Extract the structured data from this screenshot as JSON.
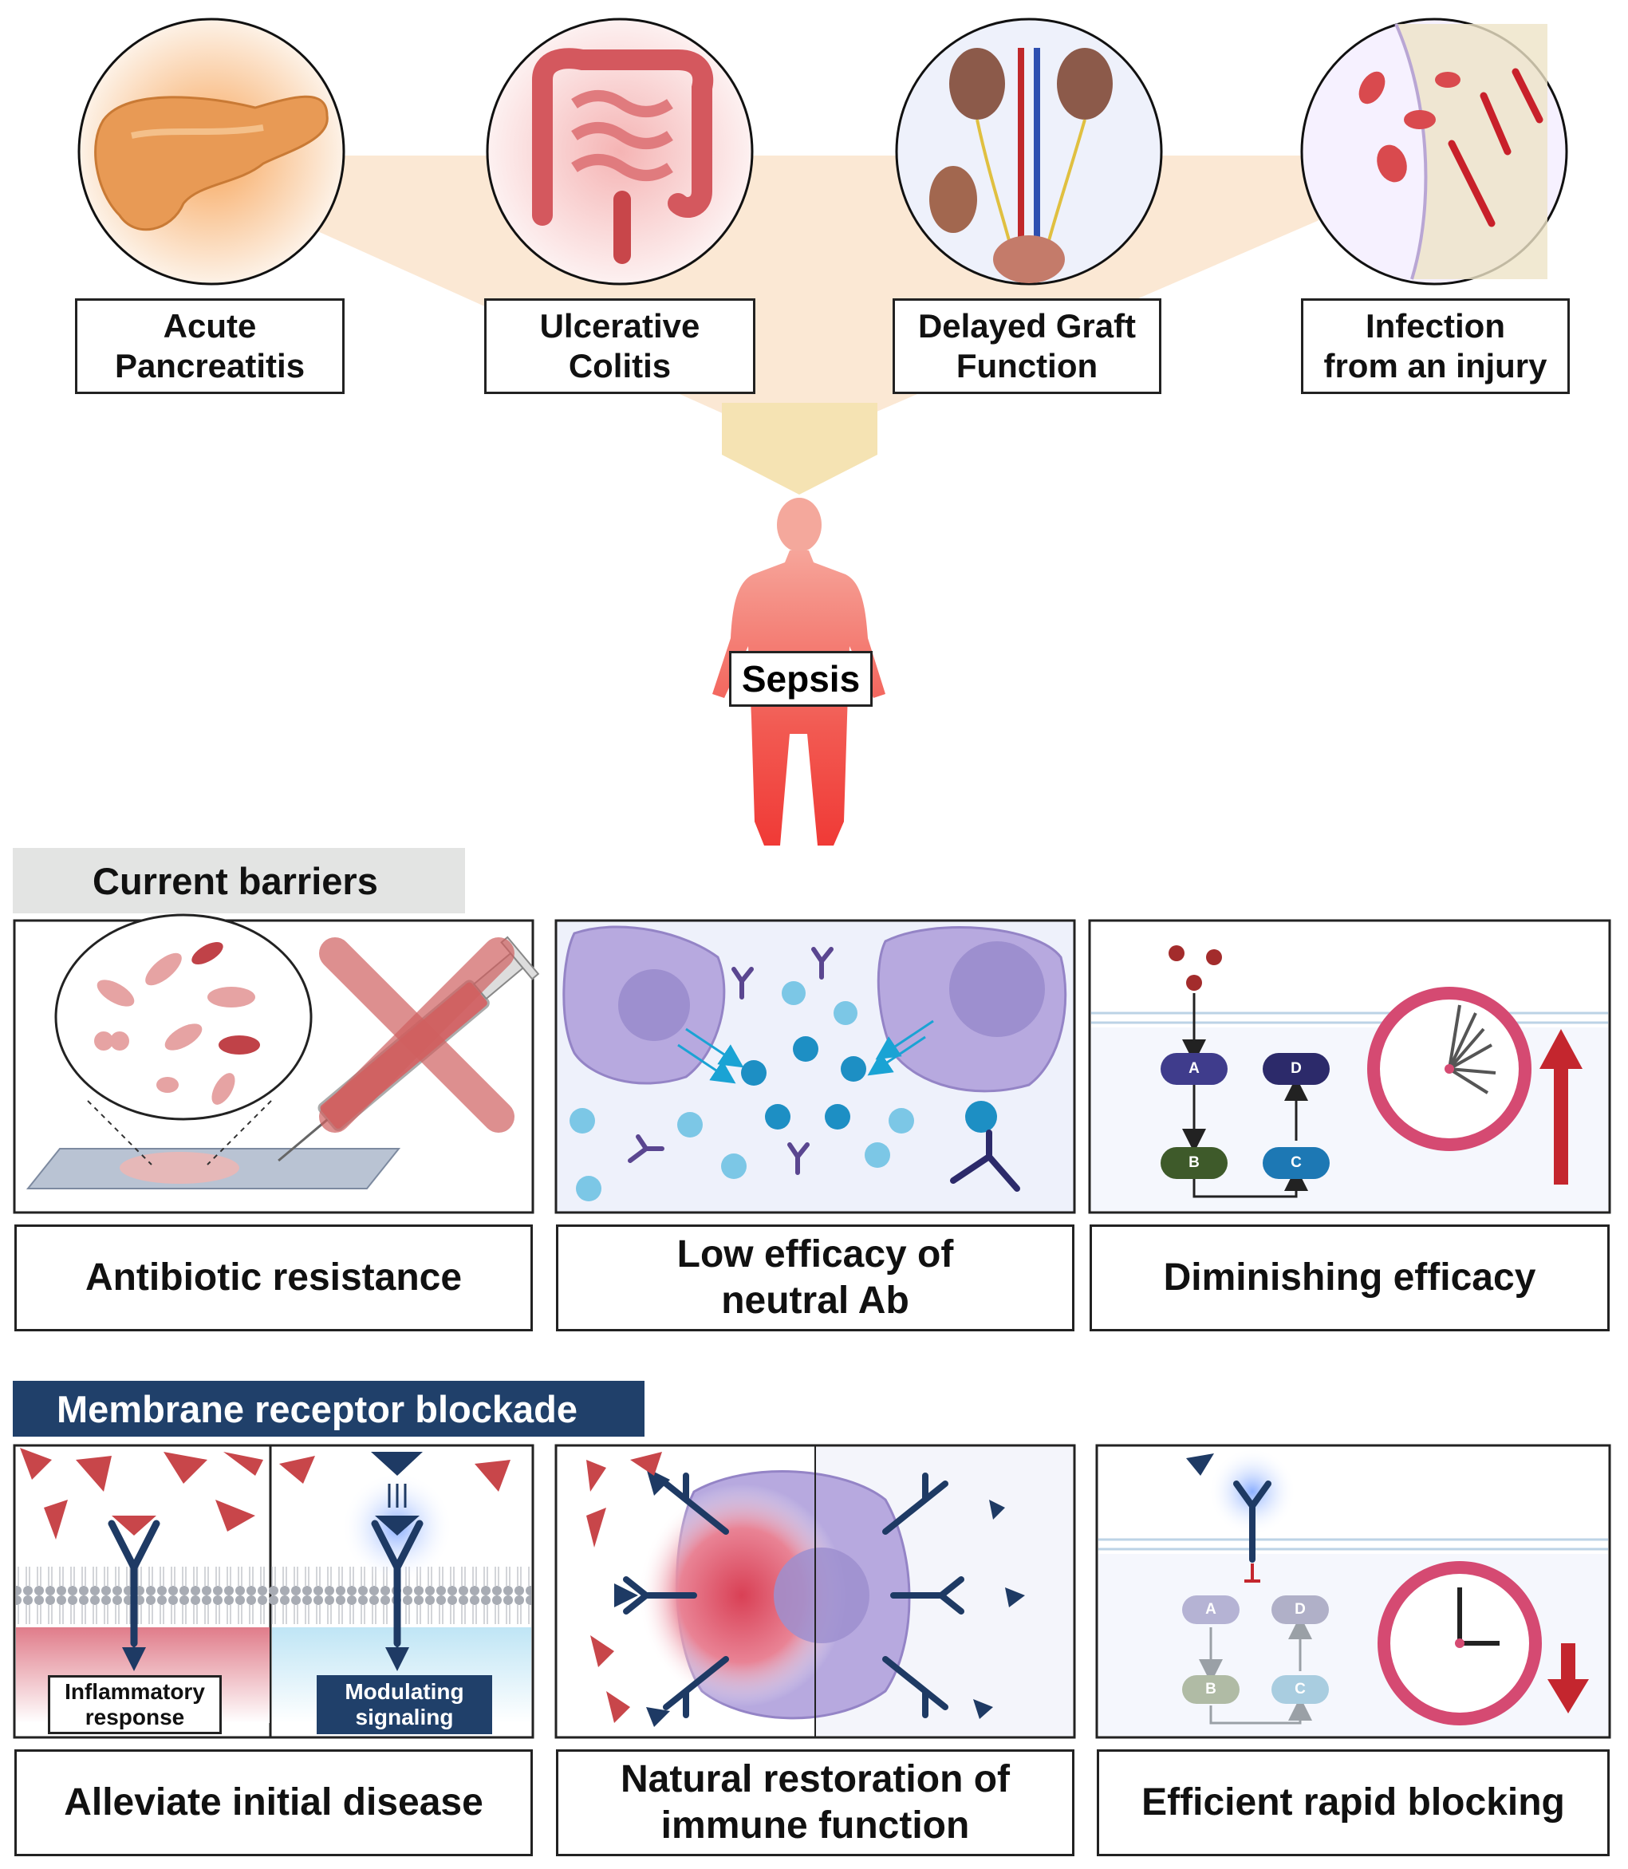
{
  "conditions": [
    {
      "label": "Acute\nPancreatitis",
      "icon": "pancreas-icon"
    },
    {
      "label": "Ulcerative\nColitis",
      "icon": "colon-icon"
    },
    {
      "label": "Delayed Graft\nFunction",
      "icon": "kidney-icon"
    },
    {
      "label": "Infection\nfrom an injury",
      "icon": "wound-icon"
    }
  ],
  "outcome": {
    "label": "Sepsis",
    "icon": "human-body-icon"
  },
  "barriers": {
    "title": "Current barriers",
    "items": [
      {
        "label": "Antibiotic resistance"
      },
      {
        "label": "Low efficacy of\nneutral Ab"
      },
      {
        "label": "Diminishing efficacy"
      }
    ]
  },
  "blockade": {
    "title": "Membrane receptor blockade",
    "panel1": {
      "left_label": "Inflammatory\nresponse",
      "right_label": "Modulating\nsignaling"
    },
    "items": [
      {
        "label": "Alleviate initial disease"
      },
      {
        "label": "Natural restoration of\nimmune function"
      },
      {
        "label": "Efficient rapid blocking"
      }
    ]
  },
  "pathway": {
    "nodes": [
      "A",
      "B",
      "C",
      "D"
    ]
  },
  "colors": {
    "header_barriers_bg": "#e3e4e3",
    "header_blockade_bg": "#20406a",
    "receptor": "#1e3a64",
    "ligand": "#c8464a",
    "clock_ring": "#d54a72",
    "arrow_red": "#c4262e"
  }
}
